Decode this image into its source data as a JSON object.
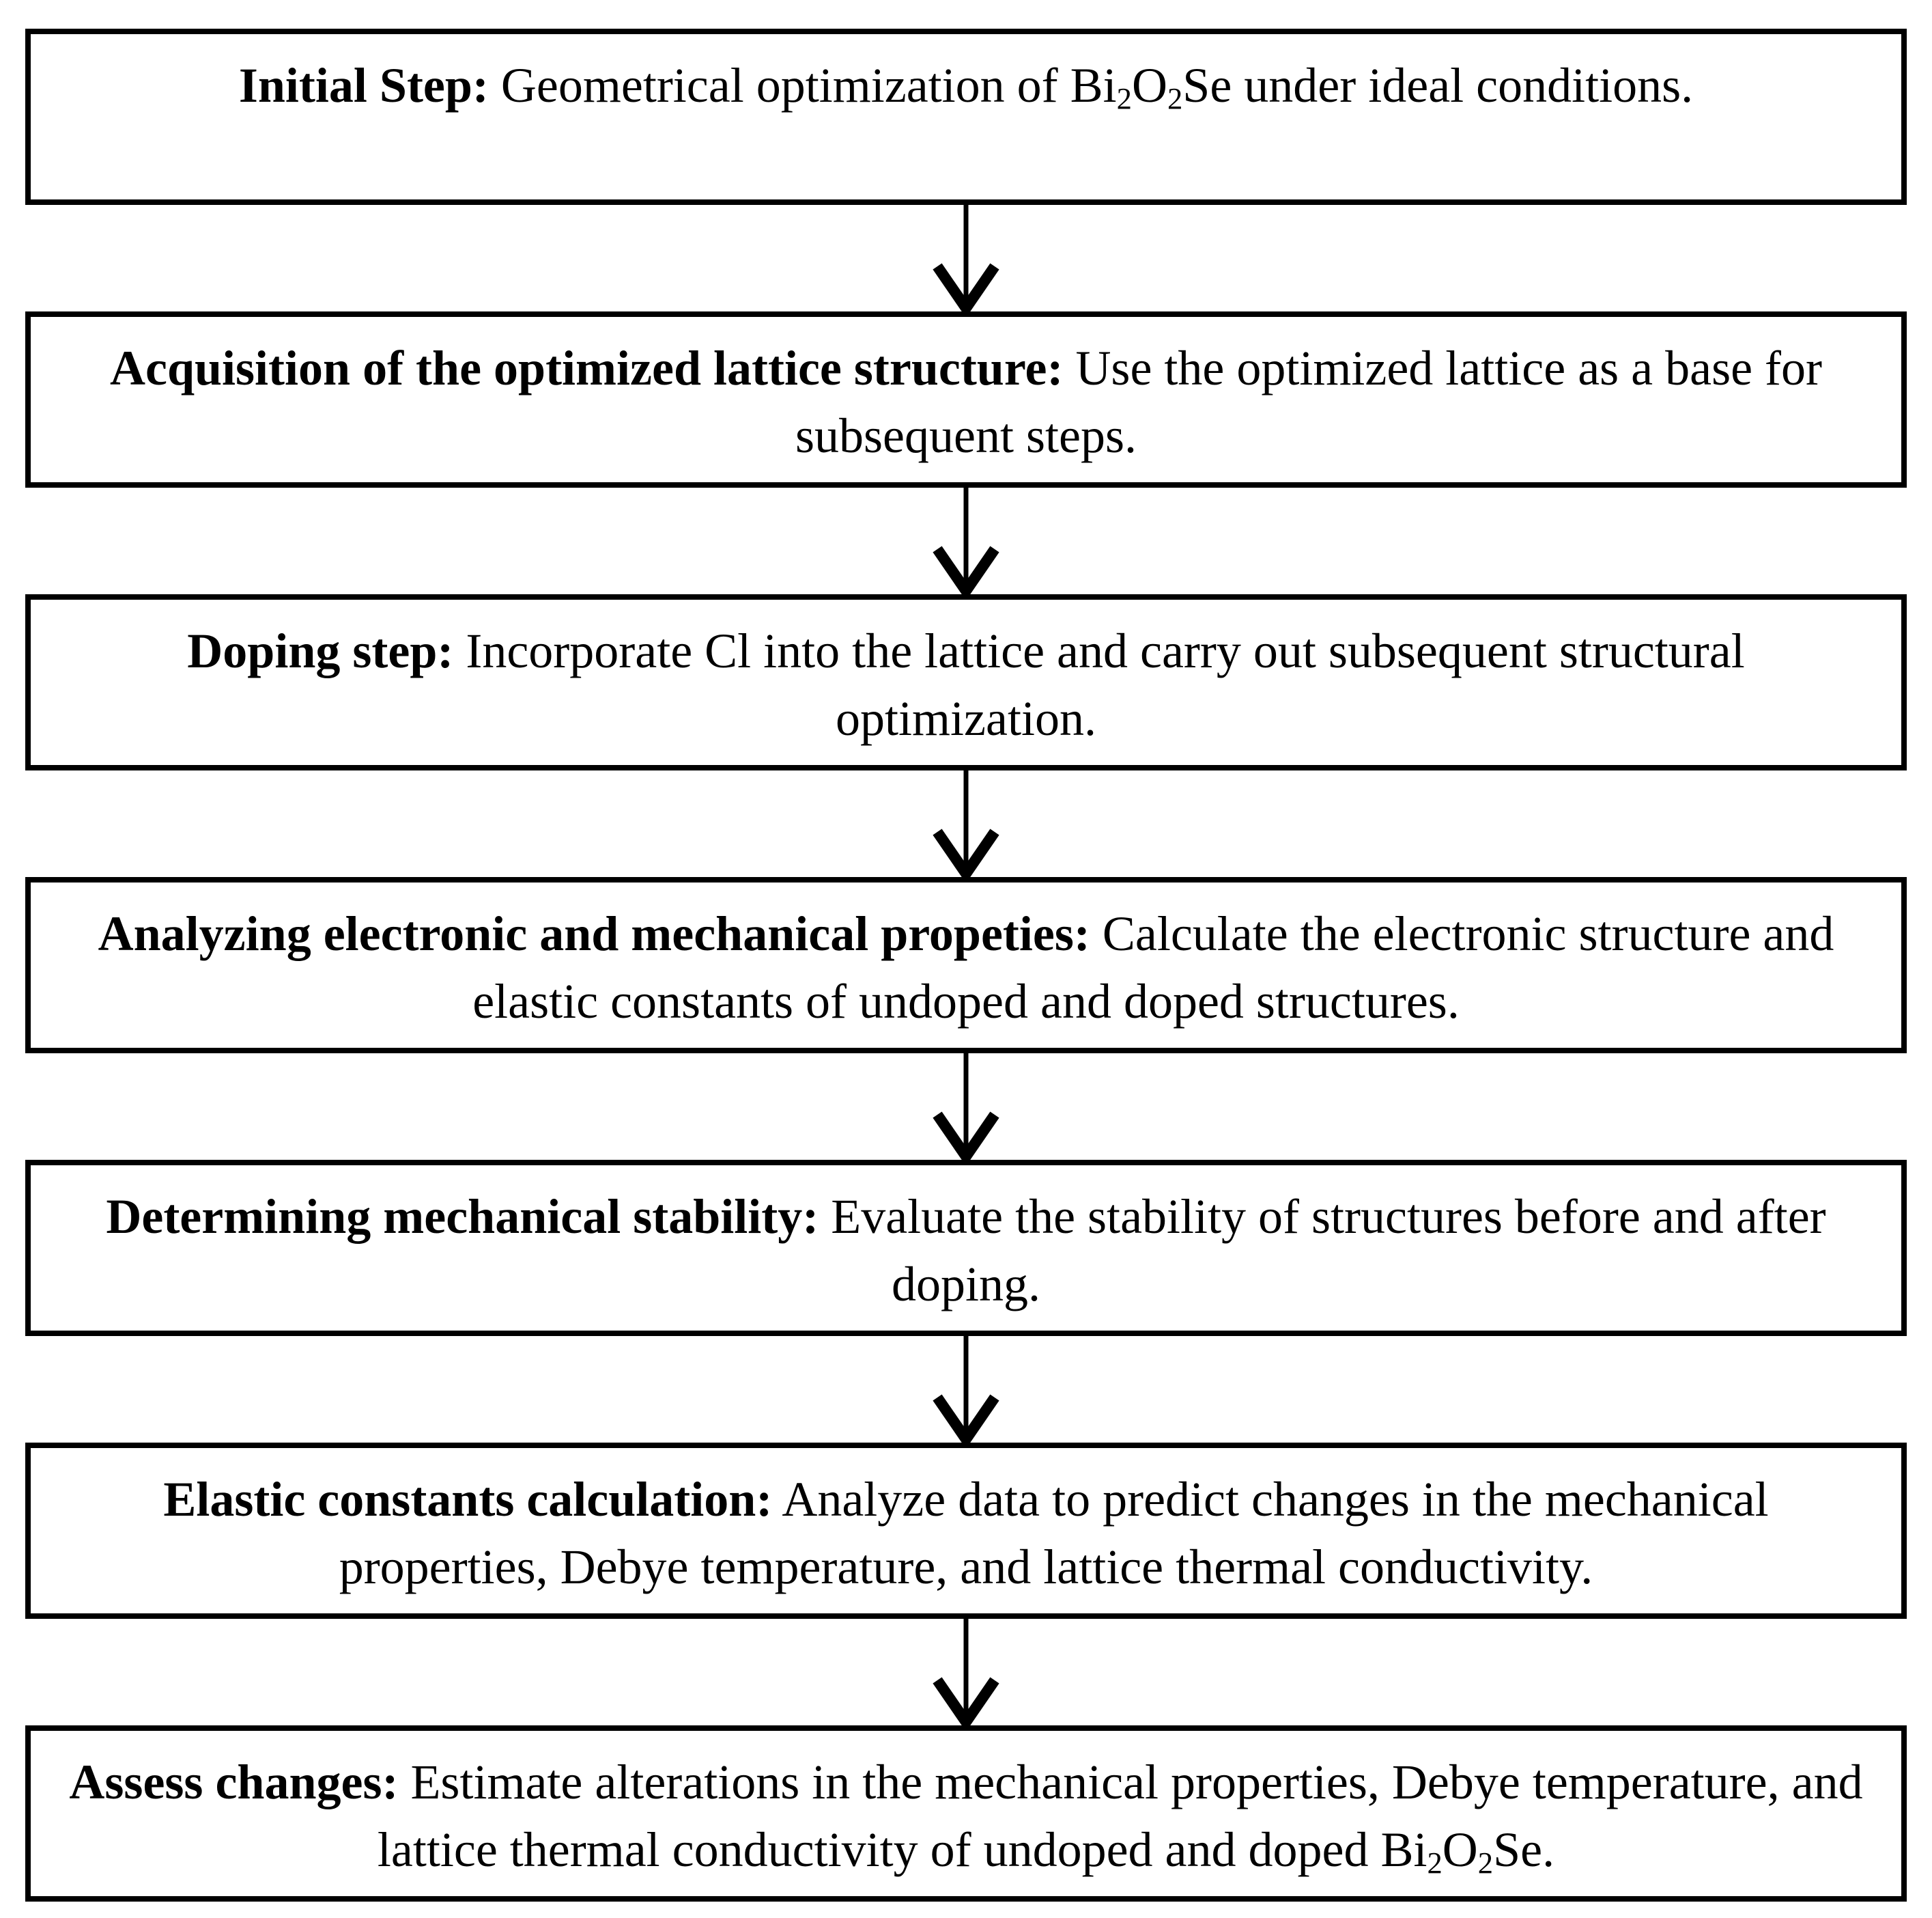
{
  "page": {
    "background_color": "#ffffff",
    "text_color": "#000000",
    "border_color": "#000000"
  },
  "flowchart": {
    "connector_icon": "down-arrow",
    "boxes": [
      {
        "name": "initial-step",
        "lead": "Initial Step:",
        "body": [
          {
            "text": " Geometrical optimization of Bi"
          },
          {
            "text": "2",
            "sub": true
          },
          {
            "text": "O"
          },
          {
            "text": "2",
            "sub": true
          },
          {
            "text": "Se under ideal conditions."
          }
        ]
      },
      {
        "name": "acquisition-optimized-lattice",
        "lead": "Acquisition of the optimized lattice structure:",
        "body": [
          {
            "text": " Use the optimized lattice as a base for subsequent steps."
          }
        ]
      },
      {
        "name": "doping-step",
        "lead": "Doping step:",
        "body": [
          {
            "text": " Incorporate Cl into the lattice and carry out subsequent structural optimization."
          }
        ]
      },
      {
        "name": "analyzing-electronic-mechanical-properties",
        "lead": "Analyzing electronic and mechanical propeties:",
        "body": [
          {
            "text": " Calculate the electronic structure and elastic constants of undoped and doped structures."
          }
        ]
      },
      {
        "name": "determining-mechanical-stability",
        "lead": "Determining mechanical stability:",
        "body": [
          {
            "text": " Evaluate the stability of structures before and after doping."
          }
        ]
      },
      {
        "name": "elastic-constants-calculation",
        "lead": "Elastic constants calculation:",
        "body": [
          {
            "text": " Analyze data to predict changes in the mechanical properties, Debye temperature, and lattice thermal conductivity."
          }
        ]
      },
      {
        "name": "assess-changes",
        "lead": "Assess changes:",
        "body": [
          {
            "text": " Estimate alterations in the mechanical properties, Debye temperature, and lattice thermal conductivity of undoped and doped Bi"
          },
          {
            "text": "2",
            "sub": true
          },
          {
            "text": "O"
          },
          {
            "text": "2",
            "sub": true
          },
          {
            "text": "Se."
          }
        ]
      }
    ]
  }
}
